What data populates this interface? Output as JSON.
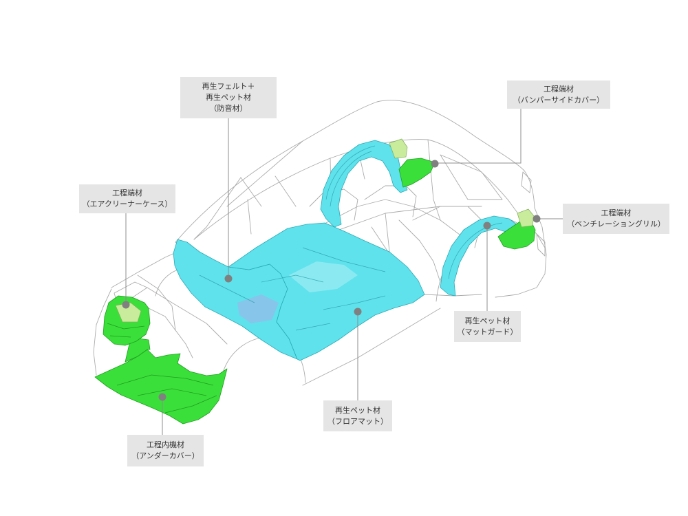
{
  "callouts": {
    "soundproofing": {
      "lines": [
        "再生フェルト＋",
        "再生ペット材",
        "（防音材）"
      ]
    },
    "bumper_side_cover": {
      "lines": [
        "工程端材",
        "（バンパーサイドカバー）"
      ]
    },
    "air_cleaner_case": {
      "lines": [
        "工程端材",
        "（エアクリーナーケース）"
      ]
    },
    "ventilation_grill": {
      "lines": [
        "工程端材",
        "（ベンチレーショングリル）"
      ]
    },
    "mud_guard": {
      "lines": [
        "再生ペット材",
        "（マットガード）"
      ]
    },
    "floor_mat": {
      "lines": [
        "再生ペット材",
        "（フロアマット）"
      ]
    },
    "under_cover": {
      "lines": [
        "工程内機材",
        "（アンダーカバー）"
      ]
    }
  },
  "colors": {
    "recycled_pet_part": "#5fe2ec",
    "process_scrap_part": "#3adf3a",
    "callout_box": "#e5e5e5",
    "callout_dot": "#808080",
    "leader_line": "#8c8c8c",
    "car_outline": "#ababab"
  }
}
